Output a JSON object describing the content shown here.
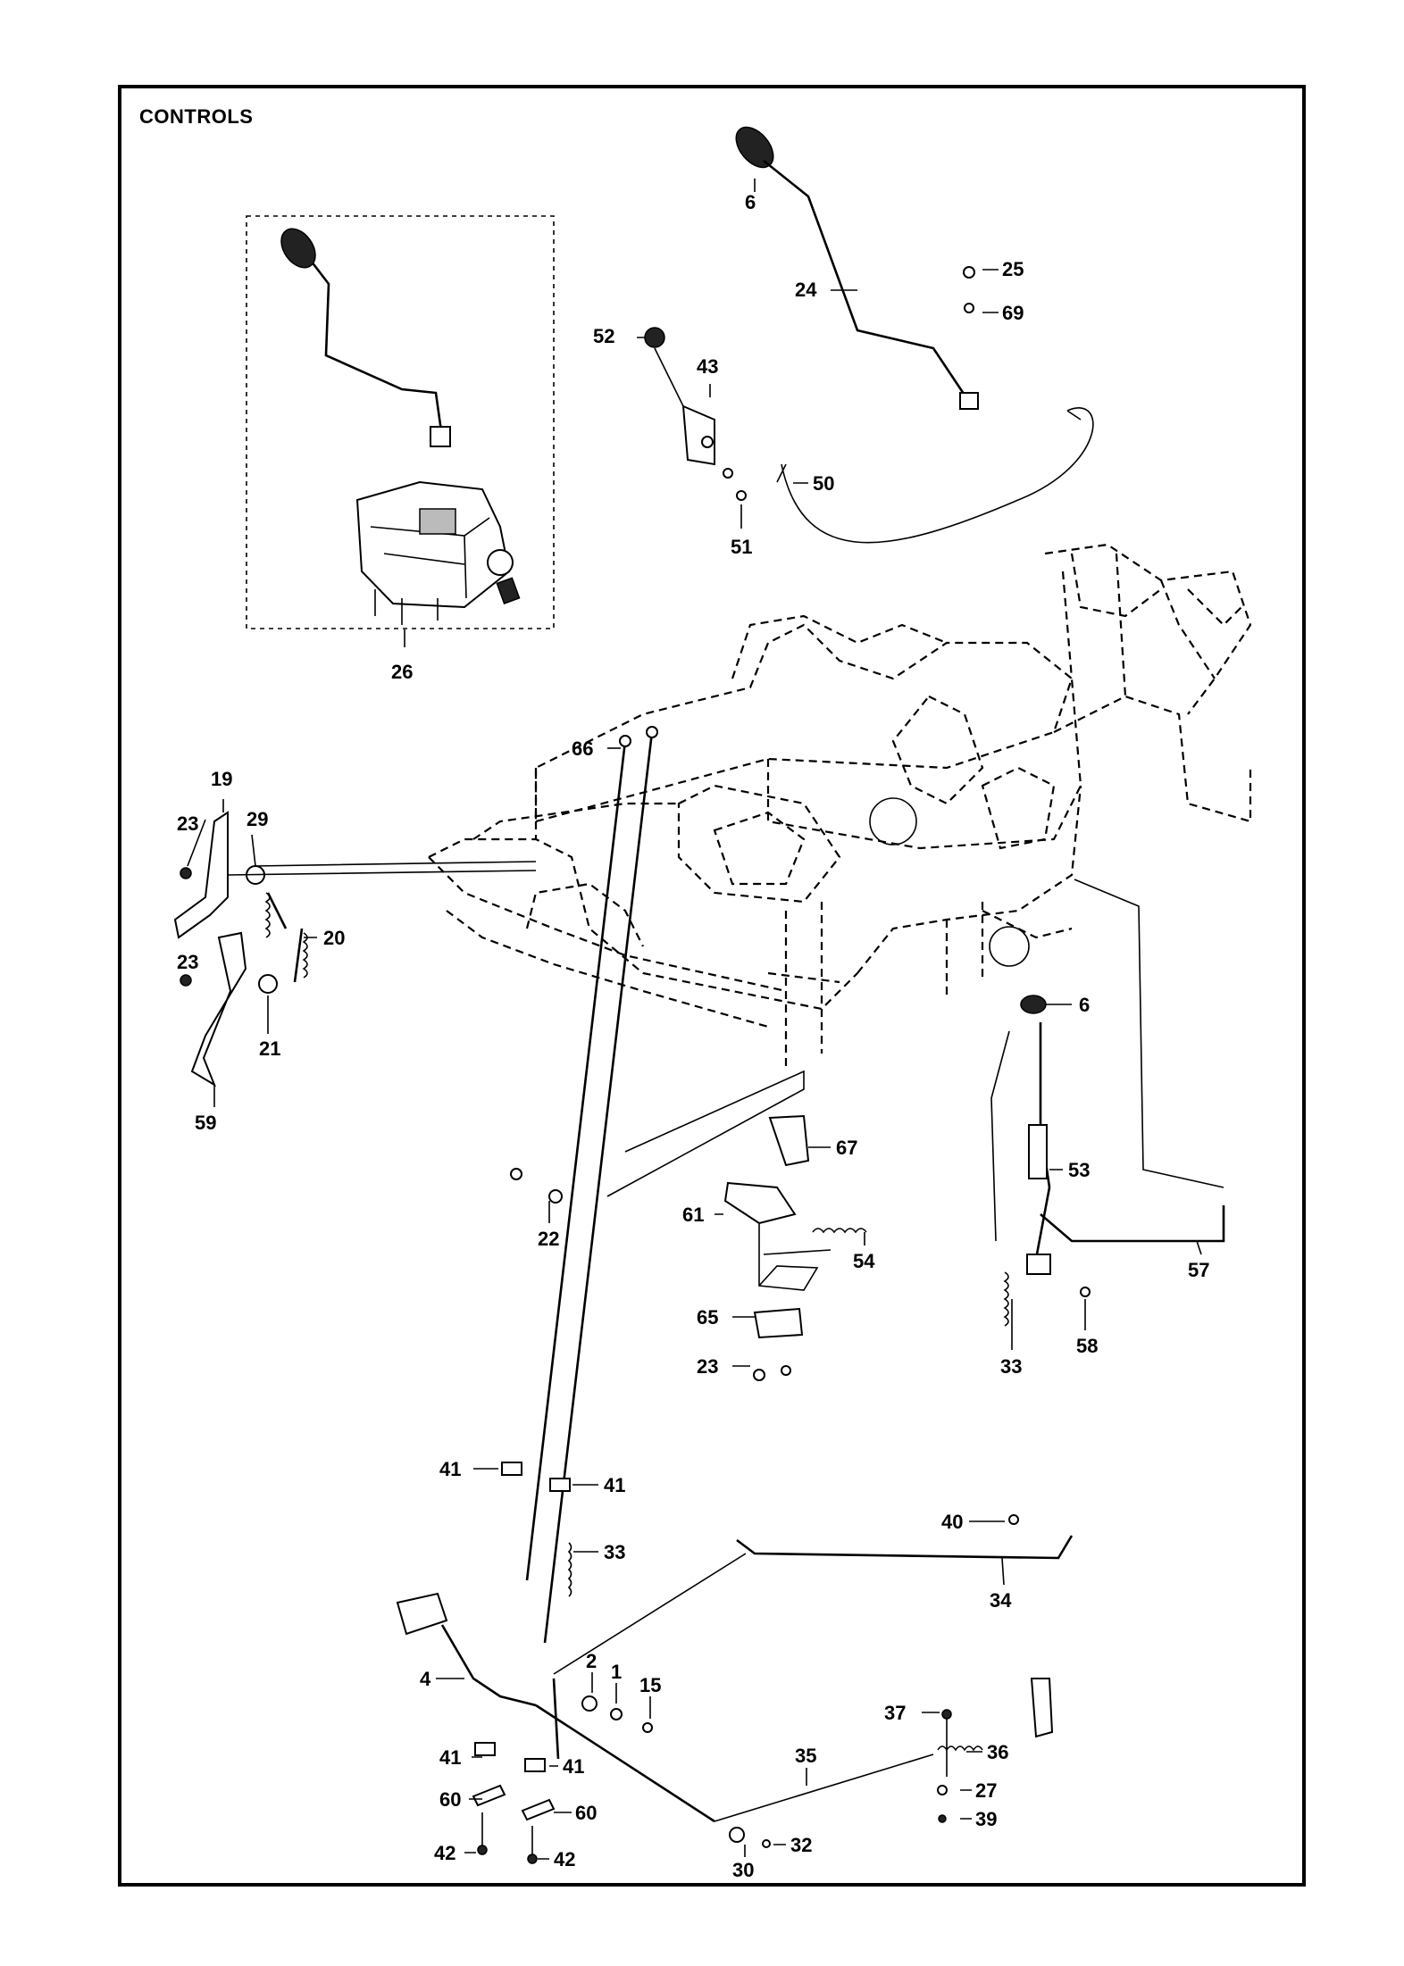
{
  "title": "CONTROLS",
  "labels": [
    {
      "id": "6",
      "text": "6"
    },
    {
      "id": "24",
      "text": "24"
    },
    {
      "id": "25",
      "text": "25"
    },
    {
      "id": "69",
      "text": "69"
    },
    {
      "id": "52",
      "text": "52"
    },
    {
      "id": "43",
      "text": "43"
    },
    {
      "id": "50",
      "text": "50"
    },
    {
      "id": "51",
      "text": "51"
    },
    {
      "id": "26",
      "text": "26"
    },
    {
      "id": "66",
      "text": "66"
    },
    {
      "id": "19",
      "text": "19"
    },
    {
      "id": "23a",
      "text": "23"
    },
    {
      "id": "29",
      "text": "29"
    },
    {
      "id": "20",
      "text": "20"
    },
    {
      "id": "23b",
      "text": "23"
    },
    {
      "id": "21",
      "text": "21"
    },
    {
      "id": "59",
      "text": "59"
    },
    {
      "id": "6b",
      "text": "6"
    },
    {
      "id": "53",
      "text": "53"
    },
    {
      "id": "57",
      "text": "57"
    },
    {
      "id": "33a",
      "text": "33"
    },
    {
      "id": "58",
      "text": "58"
    },
    {
      "id": "67",
      "text": "67"
    },
    {
      "id": "61",
      "text": "61"
    },
    {
      "id": "54",
      "text": "54"
    },
    {
      "id": "22",
      "text": "22"
    },
    {
      "id": "65",
      "text": "65"
    },
    {
      "id": "23c",
      "text": "23"
    },
    {
      "id": "41a",
      "text": "41"
    },
    {
      "id": "41b",
      "text": "41"
    },
    {
      "id": "33b",
      "text": "33"
    },
    {
      "id": "40",
      "text": "40"
    },
    {
      "id": "34",
      "text": "34"
    },
    {
      "id": "4",
      "text": "4"
    },
    {
      "id": "2",
      "text": "2"
    },
    {
      "id": "1",
      "text": "1"
    },
    {
      "id": "15",
      "text": "15"
    },
    {
      "id": "37",
      "text": "37"
    },
    {
      "id": "35",
      "text": "35"
    },
    {
      "id": "36",
      "text": "36"
    },
    {
      "id": "27",
      "text": "27"
    },
    {
      "id": "39",
      "text": "39"
    },
    {
      "id": "41c",
      "text": "41"
    },
    {
      "id": "41d",
      "text": "41"
    },
    {
      "id": "60a",
      "text": "60"
    },
    {
      "id": "60b",
      "text": "60"
    },
    {
      "id": "32",
      "text": "32"
    },
    {
      "id": "30",
      "text": "30"
    },
    {
      "id": "42a",
      "text": "42"
    },
    {
      "id": "42b",
      "text": "42"
    }
  ]
}
